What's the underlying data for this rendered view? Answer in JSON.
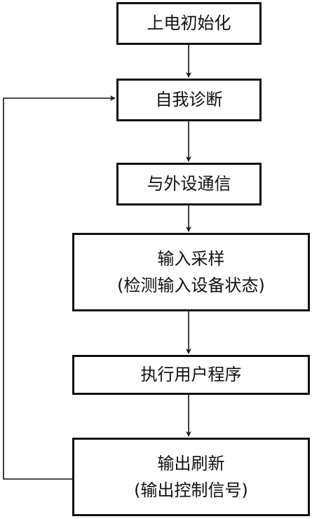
{
  "colors": {
    "line": "#111111",
    "background": "#ffffff"
  },
  "steps": [
    {
      "lines": [
        "上电初始化"
      ]
    },
    {
      "lines": [
        "自我诊断"
      ]
    },
    {
      "lines": [
        "与外设通信"
      ]
    },
    {
      "lines": [
        "输入采样",
        "(检测输入设备状态)"
      ]
    },
    {
      "lines": [
        "执行用户程序"
      ]
    },
    {
      "lines": [
        "输出刷新",
        "(输出控制信号)"
      ]
    }
  ]
}
